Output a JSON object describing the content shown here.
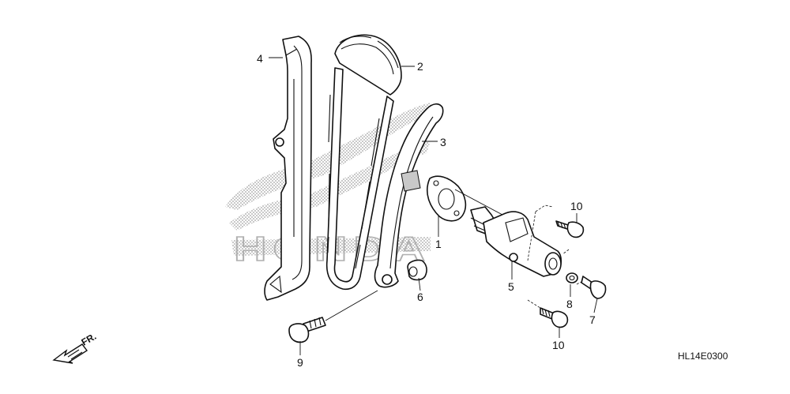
{
  "part_callouts": [
    {
      "id": "c1",
      "label": "1"
    },
    {
      "id": "c2",
      "label": "2"
    },
    {
      "id": "c3",
      "label": "3"
    },
    {
      "id": "c4",
      "label": "4"
    },
    {
      "id": "c5",
      "label": "5"
    },
    {
      "id": "c6",
      "label": "6"
    },
    {
      "id": "c7",
      "label": "7"
    },
    {
      "id": "c8",
      "label": "8"
    },
    {
      "id": "c9",
      "label": "9"
    },
    {
      "id": "c10a",
      "label": "10"
    },
    {
      "id": "c10b",
      "label": "10"
    }
  ],
  "front_indicator": "FR.",
  "diagram_code": "HL14E0300",
  "watermark": "HONDA"
}
